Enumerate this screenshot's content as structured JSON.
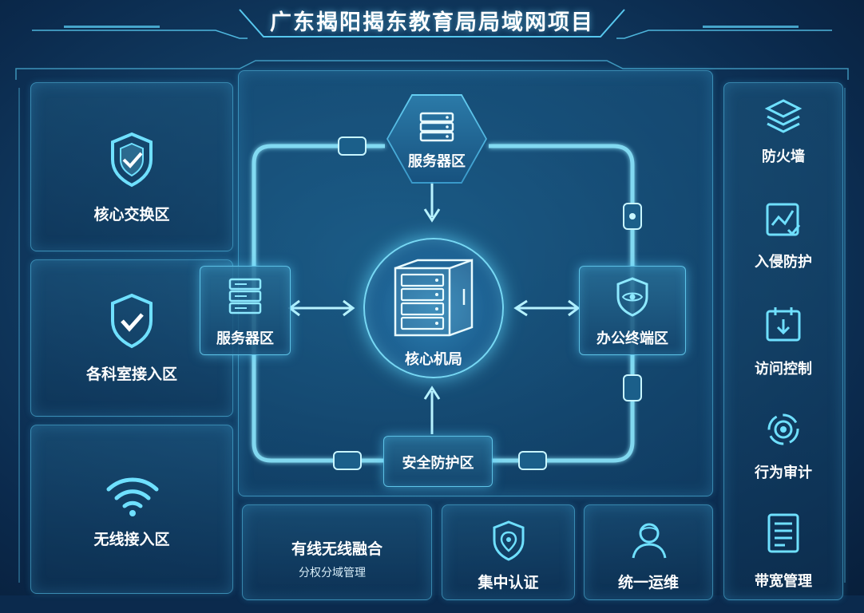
{
  "header": {
    "title": "广东揭阳揭东教育局局域网项目"
  },
  "left_panels": [
    {
      "label": "核心交换区",
      "icon": "shield-check-icon"
    },
    {
      "label": "各科室接入区",
      "icon": "shield-check-icon"
    },
    {
      "label": "无线接入区",
      "icon": "wifi-icon"
    }
  ],
  "diagram": {
    "center": {
      "label": "核心机局",
      "icon": "server-rack-icon"
    },
    "top": {
      "label": "服务器区",
      "icon": "server-icon"
    },
    "left": {
      "label": "服务器区",
      "icon": "server-icon"
    },
    "right": {
      "label": "办公终端区",
      "icon": "shield-eye-icon"
    },
    "bottom": {
      "label": "安全防护区"
    }
  },
  "bottom_cards": [
    {
      "label": "有线无线融合",
      "sublabel": "分权分域管理"
    },
    {
      "label": "集中认证",
      "icon": "location-shield-icon"
    },
    {
      "label": "统一运维",
      "icon": "user-icon"
    }
  ],
  "sidebar": {
    "items": [
      {
        "label": "防火墙",
        "icon": "layers-icon"
      },
      {
        "label": "入侵防护",
        "icon": "chart-check-icon"
      },
      {
        "label": "访问控制",
        "icon": "calendar-download-icon"
      },
      {
        "label": "行为审计",
        "icon": "target-icon"
      },
      {
        "label": "带宽管理",
        "icon": "document-icon"
      }
    ]
  },
  "colors": {
    "accent": "#5fd8ff",
    "background": "#0b2a4d"
  }
}
